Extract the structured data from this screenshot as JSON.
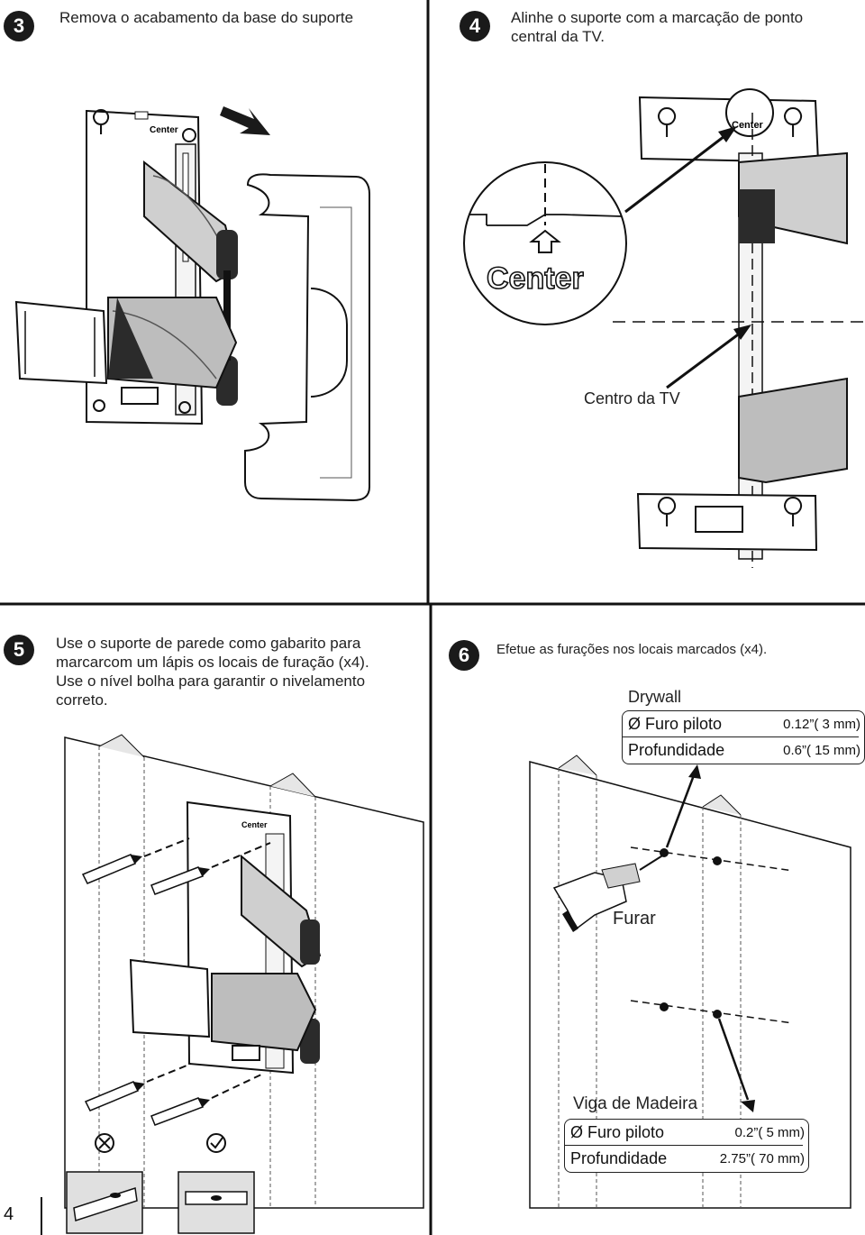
{
  "steps": {
    "s3": {
      "num": "3",
      "text": "Remova o acabamento da base do suporte"
    },
    "s4": {
      "num": "4",
      "text_line1": "Alinhe o suporte com a marcação de ponto",
      "text_line2": "central da TV."
    },
    "s5": {
      "num": "5",
      "line1": "Use o suporte de parede como gabarito para",
      "line2": "marcarcom um lápis os locais de furação (x4).",
      "line3": "Use o nível bolha para garantir o nivelamento",
      "line4": "correto."
    },
    "s6": {
      "num": "6",
      "text": "Efetue as furações nos locais marcados (x4)."
    }
  },
  "labels": {
    "center_small": "Center",
    "center_zoom": "Center",
    "centro_tv": "Centro da TV",
    "drywall": "Drywall",
    "furar": "Furar",
    "viga": "Viga de Madeira"
  },
  "drywall_spec": {
    "pilot_label": "Ø Furo piloto",
    "pilot_value": "0.12”( 3 mm)",
    "depth_label": "Profundidade",
    "depth_value": "0.6”( 15 mm)"
  },
  "wood_spec": {
    "pilot_label": "Ø Furo piloto",
    "pilot_value": "0.2”( 5 mm)",
    "depth_label": "Profundidade",
    "depth_value": "2.75”( 70 mm)"
  },
  "page_number": "4",
  "icons": {
    "wrong": "cross-circle-icon",
    "right": "check-circle-icon"
  },
  "colors": {
    "ink": "#1a1a1a",
    "gray": "#d9d9d9",
    "dark_gray": "#8a8a8a"
  }
}
